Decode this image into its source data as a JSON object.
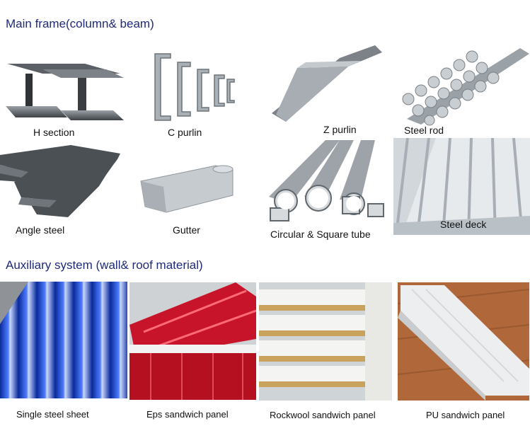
{
  "sections": {
    "main_frame": "Main frame(column& beam)",
    "auxiliary": "Auxiliary system (wall& roof material)"
  },
  "main_items": {
    "h_section": "H section",
    "c_purlin": "C purlin",
    "z_purlin": "Z purlin",
    "steel_rod": "Steel rod",
    "angle_steel": "Angle steel",
    "gutter": "Gutter",
    "tube": "Circular & Square tube",
    "steel_deck": "Steel deck"
  },
  "aux_items": {
    "single_sheet": "Single steel sheet",
    "eps_panel": "Eps sandwich panel",
    "rockwool_panel": "Rockwool sandwich panel",
    "pu_panel": "PU sandwich panel"
  }
}
